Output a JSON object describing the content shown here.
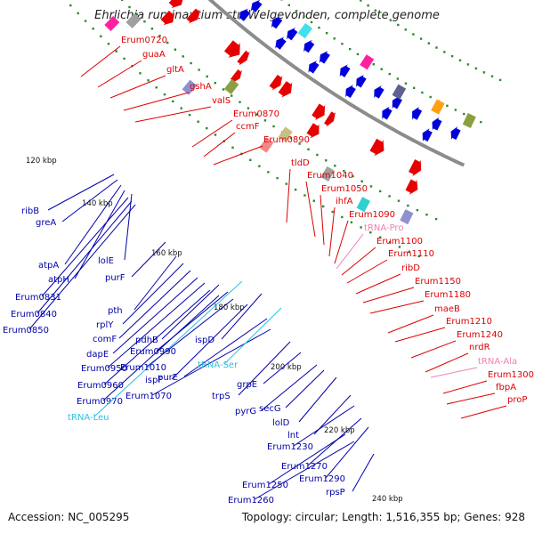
{
  "title": "Ehrlichia ruminantium str. Welgevonden, complete genome",
  "accession": "Accession: NC_005295",
  "summary": "Topology: circular; Length: 1,516,355 bp; Genes: 928",
  "colors": {
    "forward_gene": "#e60000",
    "reverse_gene": "#0000dd",
    "trna_forward": "#f080b0",
    "trna_reverse": "#30c0e0",
    "backbone": "#8c8c8c",
    "gc_tick": "#2a8a2a"
  },
  "scale_ticks": [
    "120 kbp",
    "140 kbp",
    "160 kbp",
    "180 kbp",
    "200 kbp",
    "220 kbp",
    "240 kbp"
  ],
  "forward_labels": [
    "Erum0720",
    "guaA",
    "gltA",
    "gshA",
    "valS",
    "Erum0870",
    "ccmF",
    "Erum0890",
    "tldD",
    "Erum1040",
    "Erum1050",
    "ihfA",
    "Erum1090",
    "tRNA-Pro",
    "Erum1100",
    "Erum1110",
    "ribD",
    "Erum1150",
    "Erum1180",
    "maeB",
    "Erum1210",
    "Erum1240",
    "nrdR",
    "tRNA-Ala",
    "Erum1300",
    "fbpA",
    "proP"
  ],
  "reverse_labels": [
    "ribB",
    "greA",
    "atpA",
    "atpH",
    "lolE",
    "Erum0831",
    "Erum0840",
    "Erum0850",
    "purF",
    "pth",
    "rplY",
    "comF",
    "dapE",
    "Erum0950",
    "Erum0960",
    "Erum0970",
    "tRNA-Leu",
    "pdhB",
    "Erum0990",
    "Erum1010",
    "ispF",
    "purE",
    "Erum1070",
    "ispD",
    "tRNA-Ser",
    "trpS",
    "grpE",
    "pyrG",
    "secG",
    "lolD",
    "lnt",
    "Erum1230",
    "Erum1270",
    "Erum1290",
    "Erum1250",
    "Erum1260",
    "rpsP"
  ]
}
